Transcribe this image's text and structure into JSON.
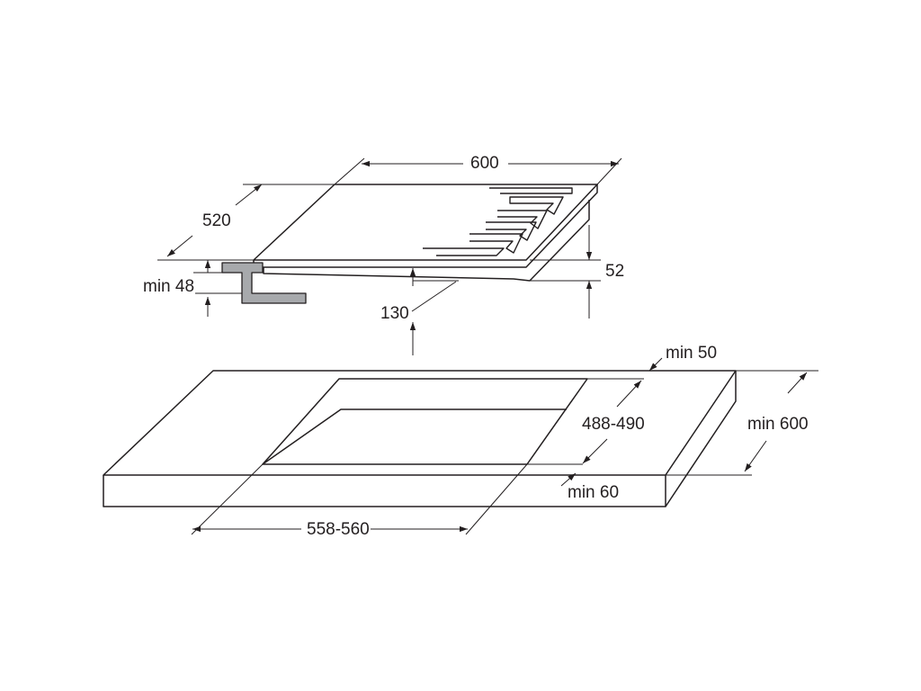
{
  "dimensions": {
    "hob_width": "600",
    "hob_depth": "520",
    "hob_height": "52",
    "min_distance_below": "min 48",
    "clearance_below": "130",
    "rear_distance": "min 50",
    "cutout_depth": "488-490",
    "worktop_depth": "min 600",
    "front_distance": "min 60",
    "cutout_width": "558-560"
  },
  "colors": {
    "line": "#231f20",
    "bracket_fill": "#a7a9ac"
  }
}
